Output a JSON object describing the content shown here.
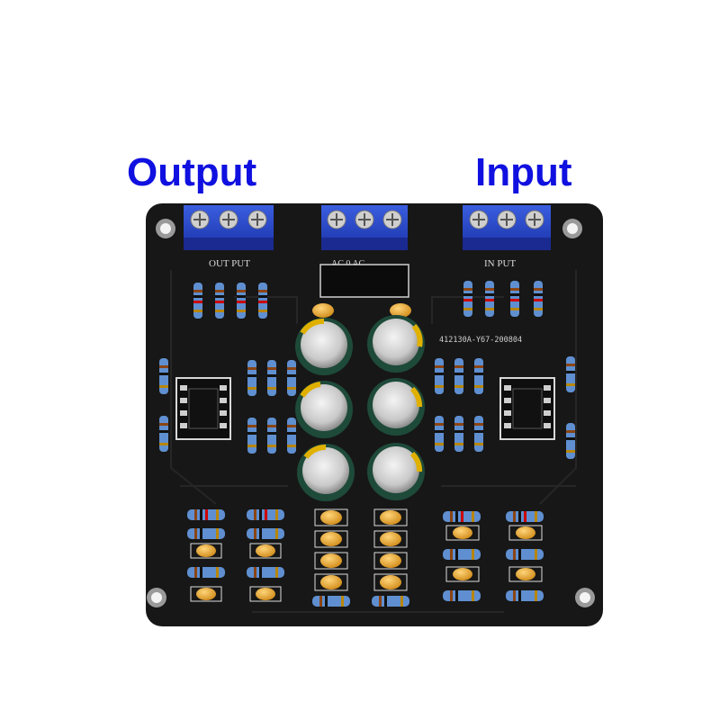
{
  "callouts": {
    "output": "Output",
    "input": "Input"
  },
  "board": {
    "silkscreen_output": "OUT PUT",
    "silkscreen_input": "IN PUT",
    "silkscreen_power": "AC  0  AC",
    "board_id": "412130A-Y67-200804"
  },
  "colors": {
    "callout_text": "#1010e0",
    "pcb": "#1a1a1a",
    "terminal_block": "#1f3fc8",
    "resistor_body": "#5f8fd0",
    "capacitor_tan": "#e6a52c",
    "electrolytic_sleeve": "#1e4a3a"
  }
}
